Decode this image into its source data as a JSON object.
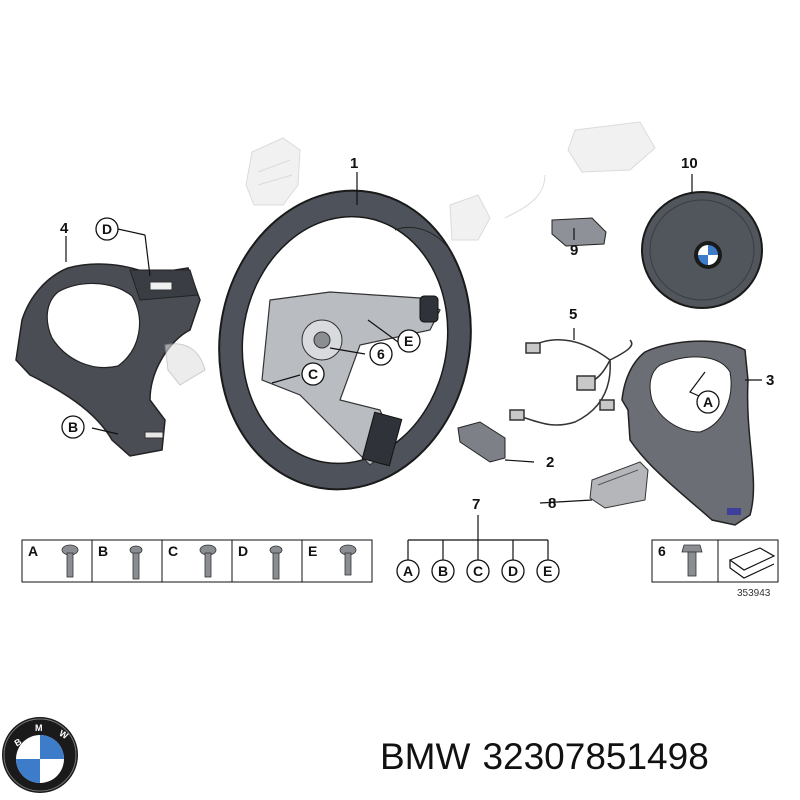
{
  "diagram": {
    "part_numbers": {
      "p1": "1",
      "p2": "2",
      "p3": "3",
      "p4": "4",
      "p5": "5",
      "p6": "6",
      "p7": "7",
      "p8": "8",
      "p9": "9",
      "p10": "10"
    },
    "letters": {
      "a": "A",
      "b": "B",
      "c": "C",
      "d": "D",
      "e": "E"
    },
    "screw_box_labels": [
      "A",
      "B",
      "C",
      "D",
      "E"
    ],
    "branch_labels": [
      "A",
      "B",
      "C",
      "D",
      "E"
    ],
    "bolt_box_label": "6",
    "reference_number": "353943"
  },
  "caption": {
    "brand": "BMW",
    "part_number": "32307851498"
  },
  "logo": {
    "text": "BMW",
    "colors": {
      "ring": "#1a1a1a",
      "blue": "#3d7cc9",
      "white": "#ffffff"
    }
  }
}
